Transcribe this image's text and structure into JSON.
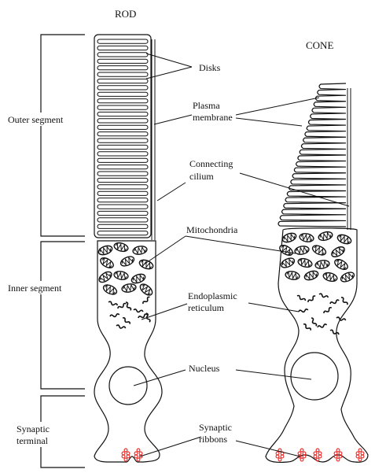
{
  "titles": {
    "rod": "ROD",
    "cone": "CONE"
  },
  "segments": {
    "outer": "Outer segment",
    "inner": "Inner segment",
    "synaptic_line1": "Synaptic",
    "synaptic_line2": "terminal"
  },
  "labels": {
    "disks": "Disks",
    "plasma_line1": "Plasma",
    "plasma_line2": "membrane",
    "connecting_line1": "Connecting",
    "connecting_line2": "cilium",
    "mitochondria": "Mitochondria",
    "er_line1": "Endoplasmic",
    "er_line2": "reticulum",
    "nucleus": "Nucleus",
    "synaptic_ribbons_line1": "Synaptic",
    "synaptic_ribbons_line2": "ribbons"
  },
  "colors": {
    "ink": "#111111",
    "ribbon": "#e8231f",
    "background": "#ffffff"
  }
}
